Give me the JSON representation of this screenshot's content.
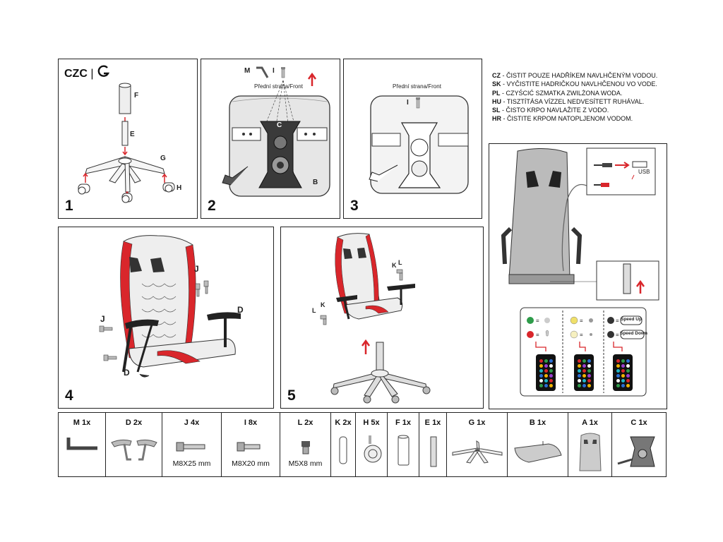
{
  "brand": {
    "name": "CZC",
    "separator": "|",
    "logo_icon": "g-logo-icon"
  },
  "steps": {
    "s1": {
      "number": "1",
      "labels": {
        "F": "F",
        "E": "E",
        "G": "G",
        "H": "H"
      }
    },
    "s2": {
      "number": "2",
      "front": "Přední strana/Front",
      "labels": {
        "M": "M",
        "I": "I",
        "C": "C",
        "B": "B"
      }
    },
    "s3": {
      "number": "3",
      "front": "Přední strana/Front",
      "labels": {
        "I": "I"
      }
    },
    "s4": {
      "number": "4",
      "labels": {
        "J1": "J",
        "J2": "J",
        "D1": "D",
        "D2": "D"
      }
    },
    "s5": {
      "number": "5",
      "labels": {
        "K1": "K",
        "L1": "L",
        "K2": "K",
        "L2": "L"
      }
    },
    "s6": {
      "usb": "USB"
    }
  },
  "remote": {
    "col3": {
      "speed_up": "Speed Up",
      "speed_down": "Speed Down"
    }
  },
  "care": [
    {
      "code": "CZ",
      "text": " - ČISTIT POUZE HADŘÍKEM NAVLHČENÝM VODOU."
    },
    {
      "code": "SK",
      "text": " - VYČISTITE HADRIČKOU NAVLHČENOU VO VODE."
    },
    {
      "code": "PL",
      "text": " - CZYŚCIĆ SZMATKA ZWILŻONA WODA."
    },
    {
      "code": "HU",
      "text": " - TISZTÍTÁSA VÍZZEL NEDVESÍTETT RUHÁVAL."
    },
    {
      "code": "SL",
      "text": " - ČISTO KRPO NAVLAŽITE Z VODO."
    },
    {
      "code": "HR",
      "text": " - ČISTITE KRPOM NATOPLJENOM VODOM."
    }
  ],
  "parts": [
    {
      "id": "M",
      "title": "M 1x",
      "size": ""
    },
    {
      "id": "D",
      "title": "D 2x",
      "size": ""
    },
    {
      "id": "J",
      "title": "J 4x",
      "size": "M8X25 mm"
    },
    {
      "id": "I",
      "title": "I 8x",
      "size": "M8X20 mm"
    },
    {
      "id": "L",
      "title": "L 2x",
      "size": "M5X8 mm"
    },
    {
      "id": "K",
      "title": "K 2x",
      "size": ""
    },
    {
      "id": "H",
      "title": "H 5x",
      "size": ""
    },
    {
      "id": "F",
      "title": "F 1x",
      "size": ""
    },
    {
      "id": "E",
      "title": "E 1x",
      "size": ""
    },
    {
      "id": "G",
      "title": "G 1x",
      "size": ""
    },
    {
      "id": "B",
      "title": "B 1x",
      "size": ""
    },
    {
      "id": "A",
      "title": "A 1x",
      "size": ""
    },
    {
      "id": "C",
      "title": "C 1x",
      "size": ""
    }
  ],
  "colors": {
    "accent_red": "#d9262b",
    "line": "#222222",
    "seat_gray": "#d9d9d9"
  }
}
